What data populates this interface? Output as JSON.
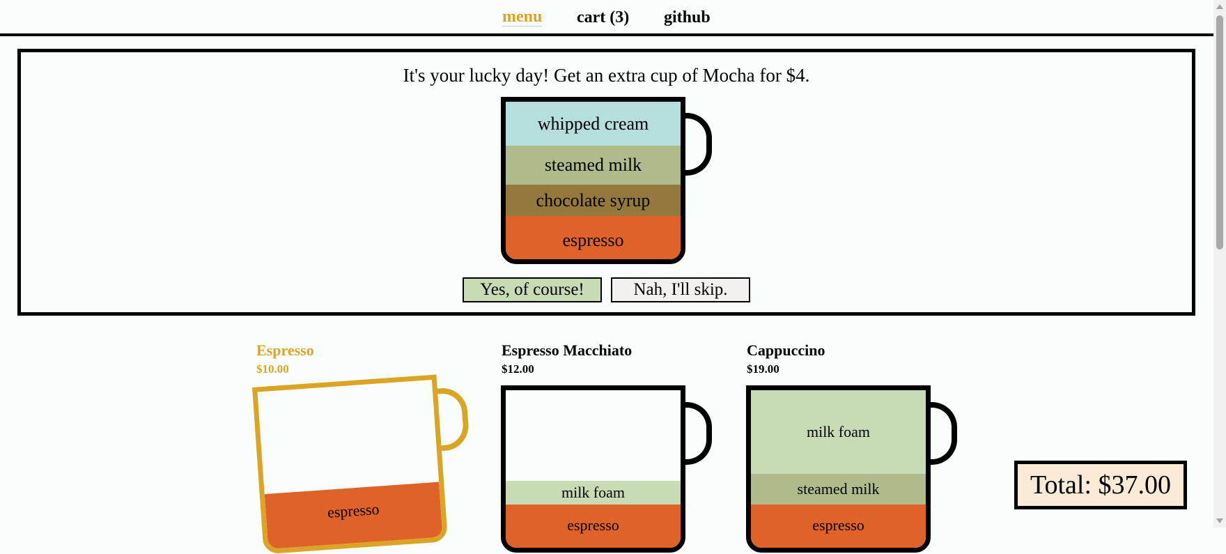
{
  "nav": {
    "menu": "menu",
    "cart": "cart (3)",
    "github": "github"
  },
  "promo": {
    "text": "It's your lucky day! Get an extra cup of Mocha for $4.",
    "cup": {
      "layers": [
        "whipped cream",
        "steamed milk",
        "chocolate syrup",
        "espresso"
      ]
    },
    "accept_label": "Yes, of course!",
    "decline_label": "Nah, I'll skip."
  },
  "menu_items": [
    {
      "name": "Espresso",
      "price": "$10.00",
      "selected": true,
      "layers": [
        "espresso"
      ]
    },
    {
      "name": "Espresso Macchiato",
      "price": "$12.00",
      "selected": false,
      "layers": [
        "milk foam",
        "espresso"
      ]
    },
    {
      "name": "Cappuccino",
      "price": "$19.00",
      "selected": false,
      "layers": [
        "milk foam",
        "steamed milk",
        "espresso"
      ]
    }
  ],
  "total": "Total: $37.00",
  "colors": {
    "accent_gold": "#dca424",
    "espresso": "#df6228",
    "chocolate_syrup": "#94783c",
    "steamed_milk": "#b0bb8b",
    "whipped_cream": "#b5dedd",
    "milk_foam": "#c7dbb5",
    "total_bg": "#faebd7",
    "page_bg": "#f9fefd"
  }
}
